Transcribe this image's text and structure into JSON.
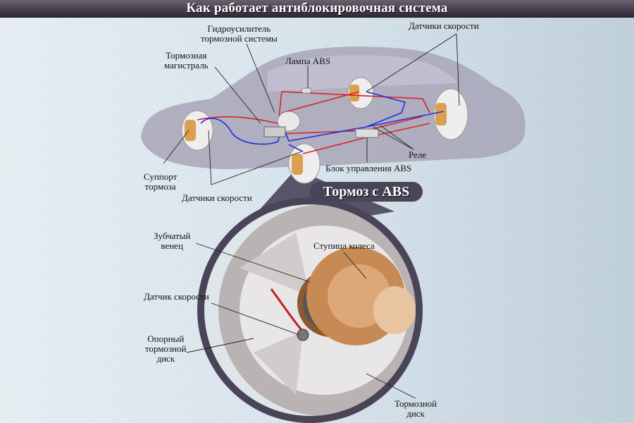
{
  "title": "Как работает антиблокировочная система",
  "car_labels": {
    "hydro_booster_1": "Гидроусилитель",
    "hydro_booster_2": "тормозной системы",
    "brake_line_1": "Тормозная",
    "brake_line_2": "магистраль",
    "abs_lamp": "Лампа ABS",
    "speed_sensors_top": "Датчики скорости",
    "caliper_1": "Суппорт",
    "caliper_2": "тормоза",
    "speed_sensors_bottom": "Датчики скорости",
    "relay": "Реле",
    "abs_control_unit": "Блок управления ABS"
  },
  "detail": {
    "badge": "Тормоз с ABS",
    "tone_ring_1": "Зубчатый",
    "tone_ring_2": "венец",
    "wheel_hub": "Ступица колеса",
    "speed_sensor": "Датчик скорости",
    "backing_plate_1": "Опорный",
    "backing_plate_2": "тормозной",
    "backing_plate_3": "диск",
    "brake_disc_1": "Тормозной",
    "brake_disc_2": "диск"
  },
  "colors": {
    "brake_line": "#e02020",
    "sensor_wire": "#2030e0",
    "caliper": "#d9a050"
  }
}
